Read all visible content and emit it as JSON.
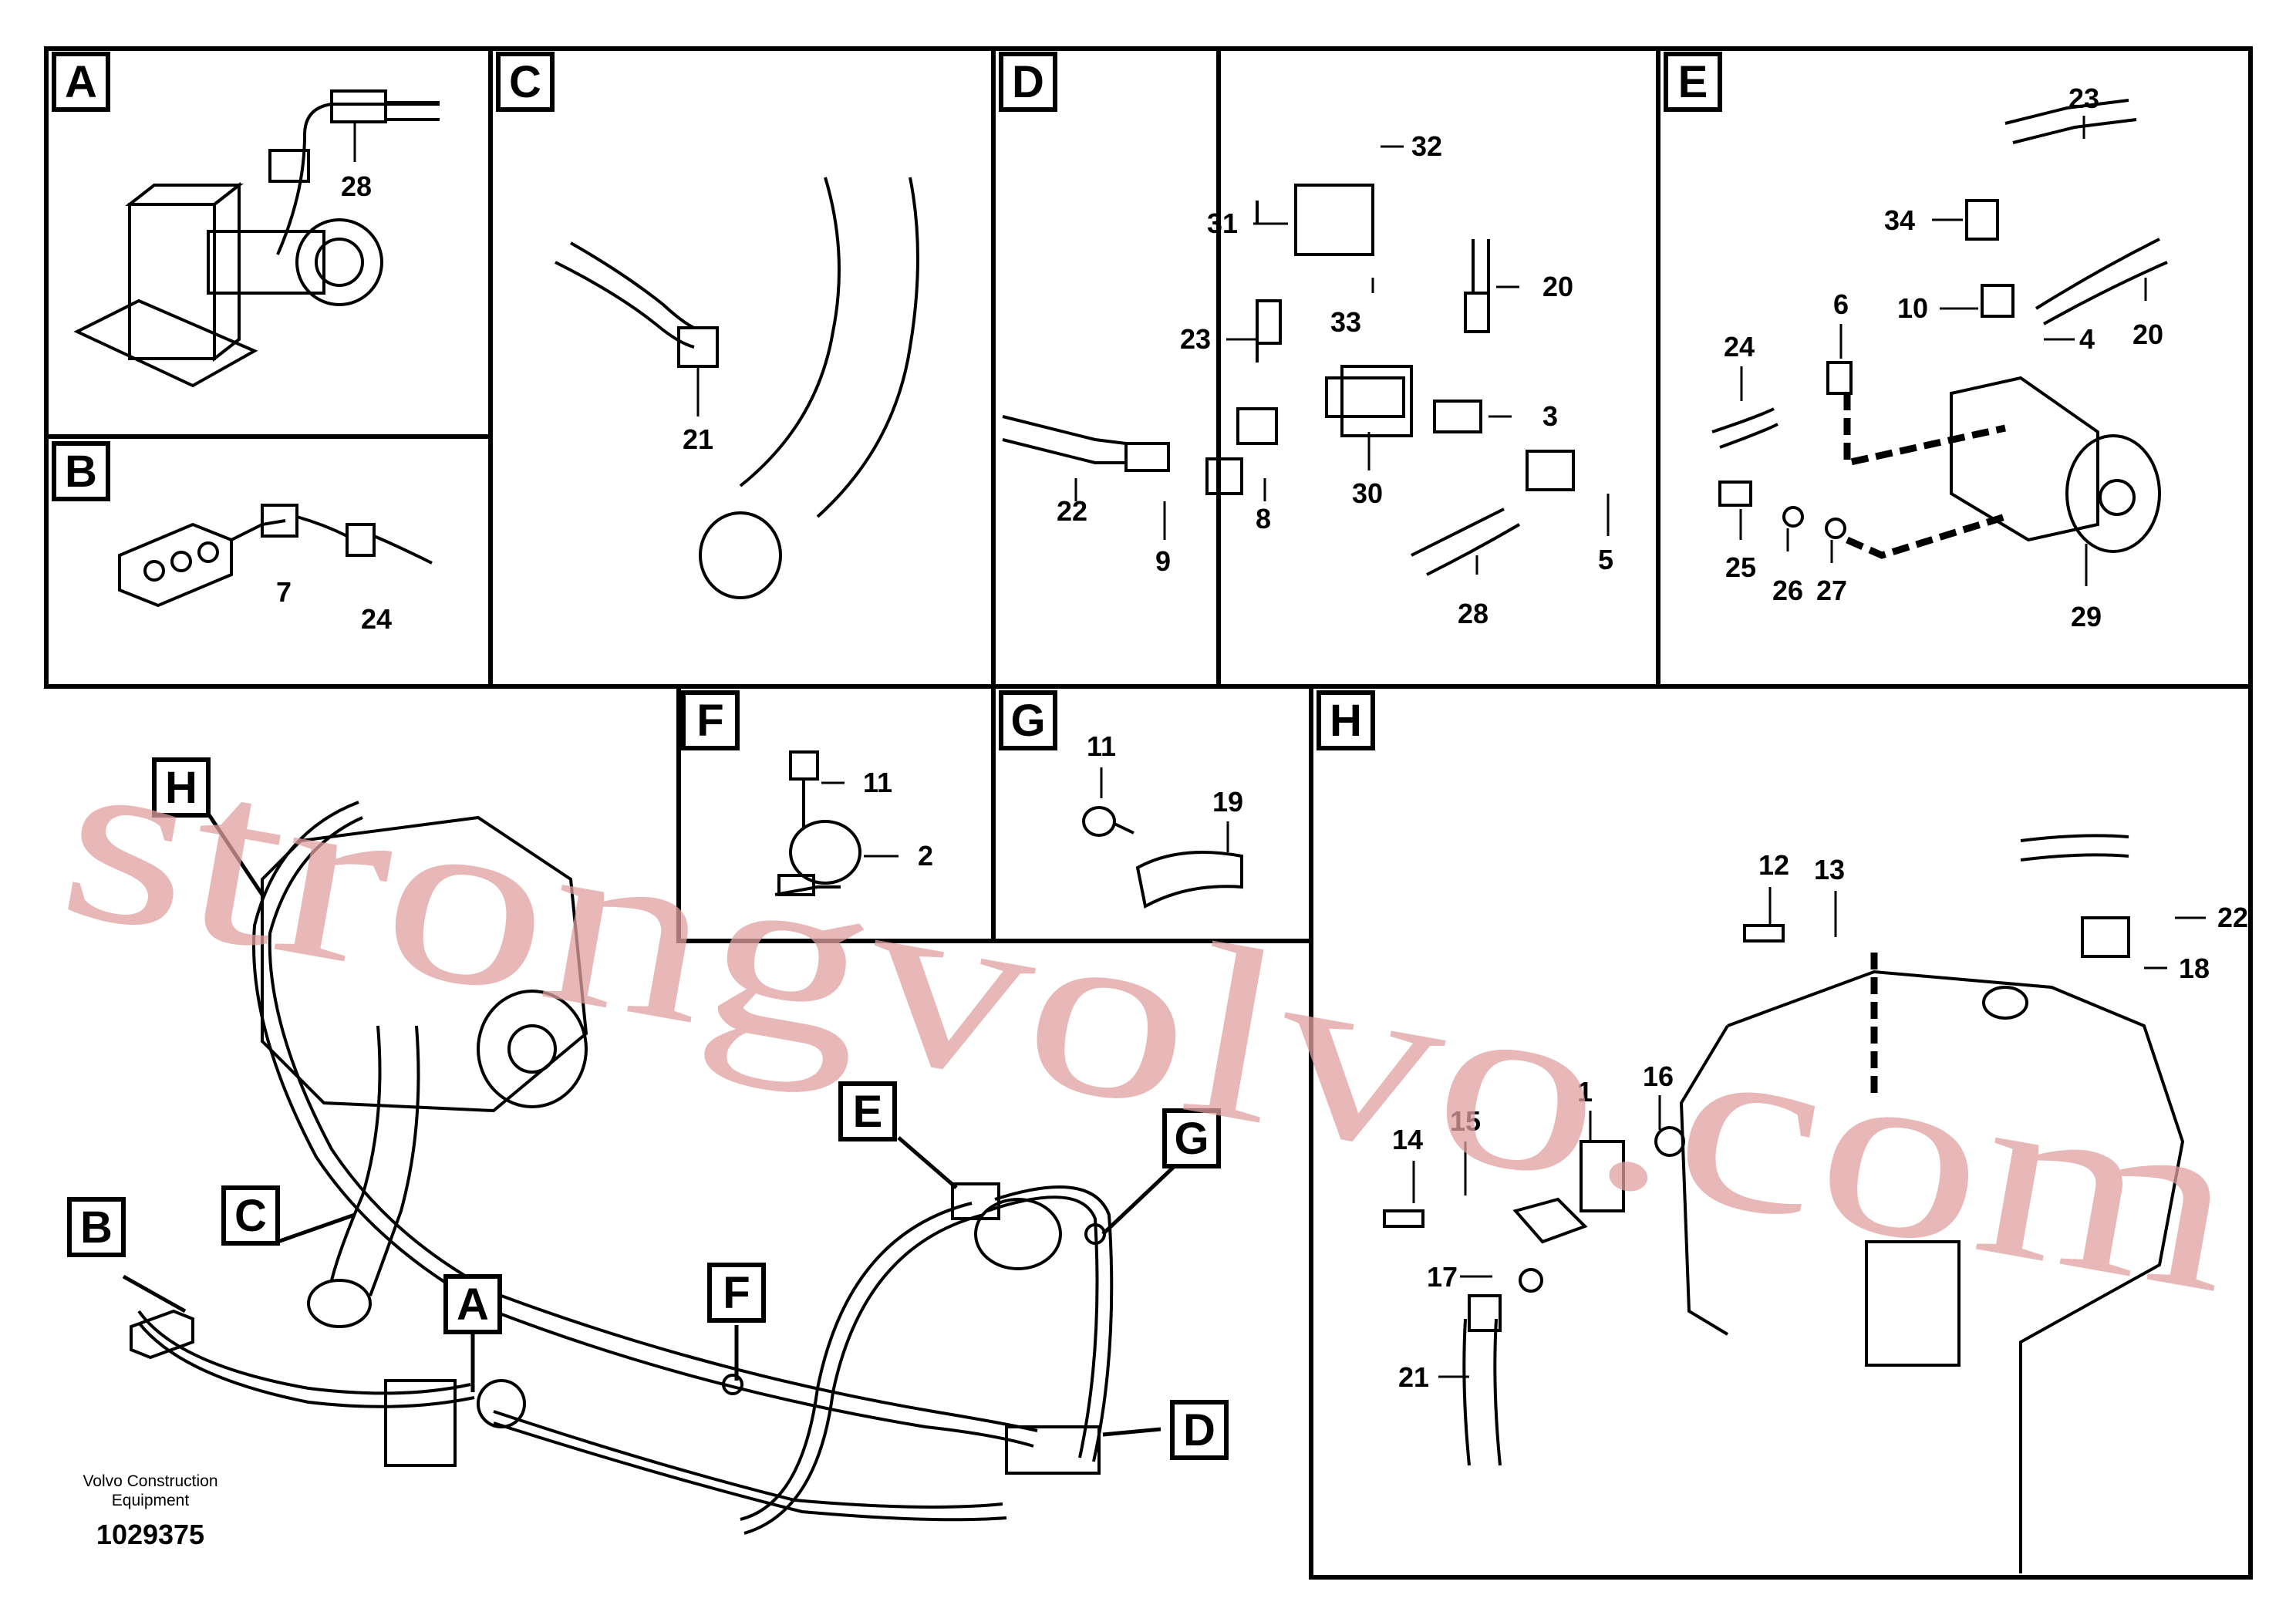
{
  "watermark": "strongvolvo.com",
  "footer": {
    "maker_line1": "Volvo Construction",
    "maker_line2": "Equipment",
    "drawing_number": "1029375"
  },
  "panels": {
    "A": {
      "tag": "A",
      "callouts": [
        "28"
      ]
    },
    "B": {
      "tag": "B",
      "callouts": [
        "7",
        "24"
      ]
    },
    "C": {
      "tag": "C",
      "callouts": [
        "21"
      ]
    },
    "D": {
      "tag": "D",
      "callouts": [
        "32",
        "31",
        "33",
        "20",
        "23",
        "3",
        "22",
        "9",
        "8",
        "30",
        "5",
        "28"
      ]
    },
    "E": {
      "tag": "E",
      "callouts": [
        "23",
        "34",
        "6",
        "10",
        "4",
        "20",
        "24",
        "25",
        "26",
        "27",
        "29"
      ]
    },
    "F": {
      "tag": "F",
      "callouts": [
        "11",
        "2"
      ]
    },
    "G": {
      "tag": "G",
      "callouts": [
        "11",
        "19"
      ]
    },
    "H": {
      "tag": "H",
      "callouts": [
        "12",
        "13",
        "22",
        "18",
        "1",
        "16",
        "14",
        "15",
        "17",
        "21"
      ]
    }
  },
  "overview": {
    "tags": [
      "H",
      "C",
      "B",
      "A",
      "F",
      "E",
      "G",
      "D"
    ]
  }
}
